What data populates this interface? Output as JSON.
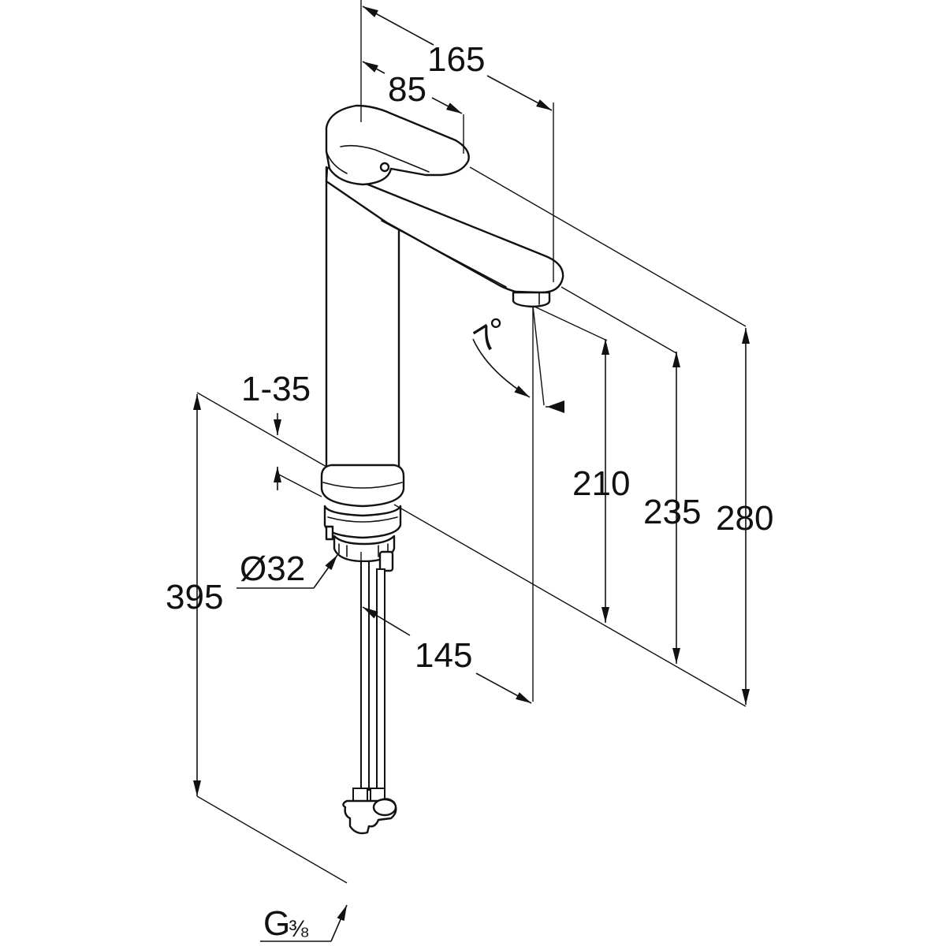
{
  "drawing": {
    "dimensions": {
      "d165": "165",
      "d85": "85",
      "angle": "7°",
      "d1_35": "1-35",
      "d210": "210",
      "d235": "235",
      "d280": "280",
      "d395": "395",
      "d32": "Ø32",
      "d145": "145",
      "thread_main": "G",
      "thread_frac": "⅜"
    }
  }
}
